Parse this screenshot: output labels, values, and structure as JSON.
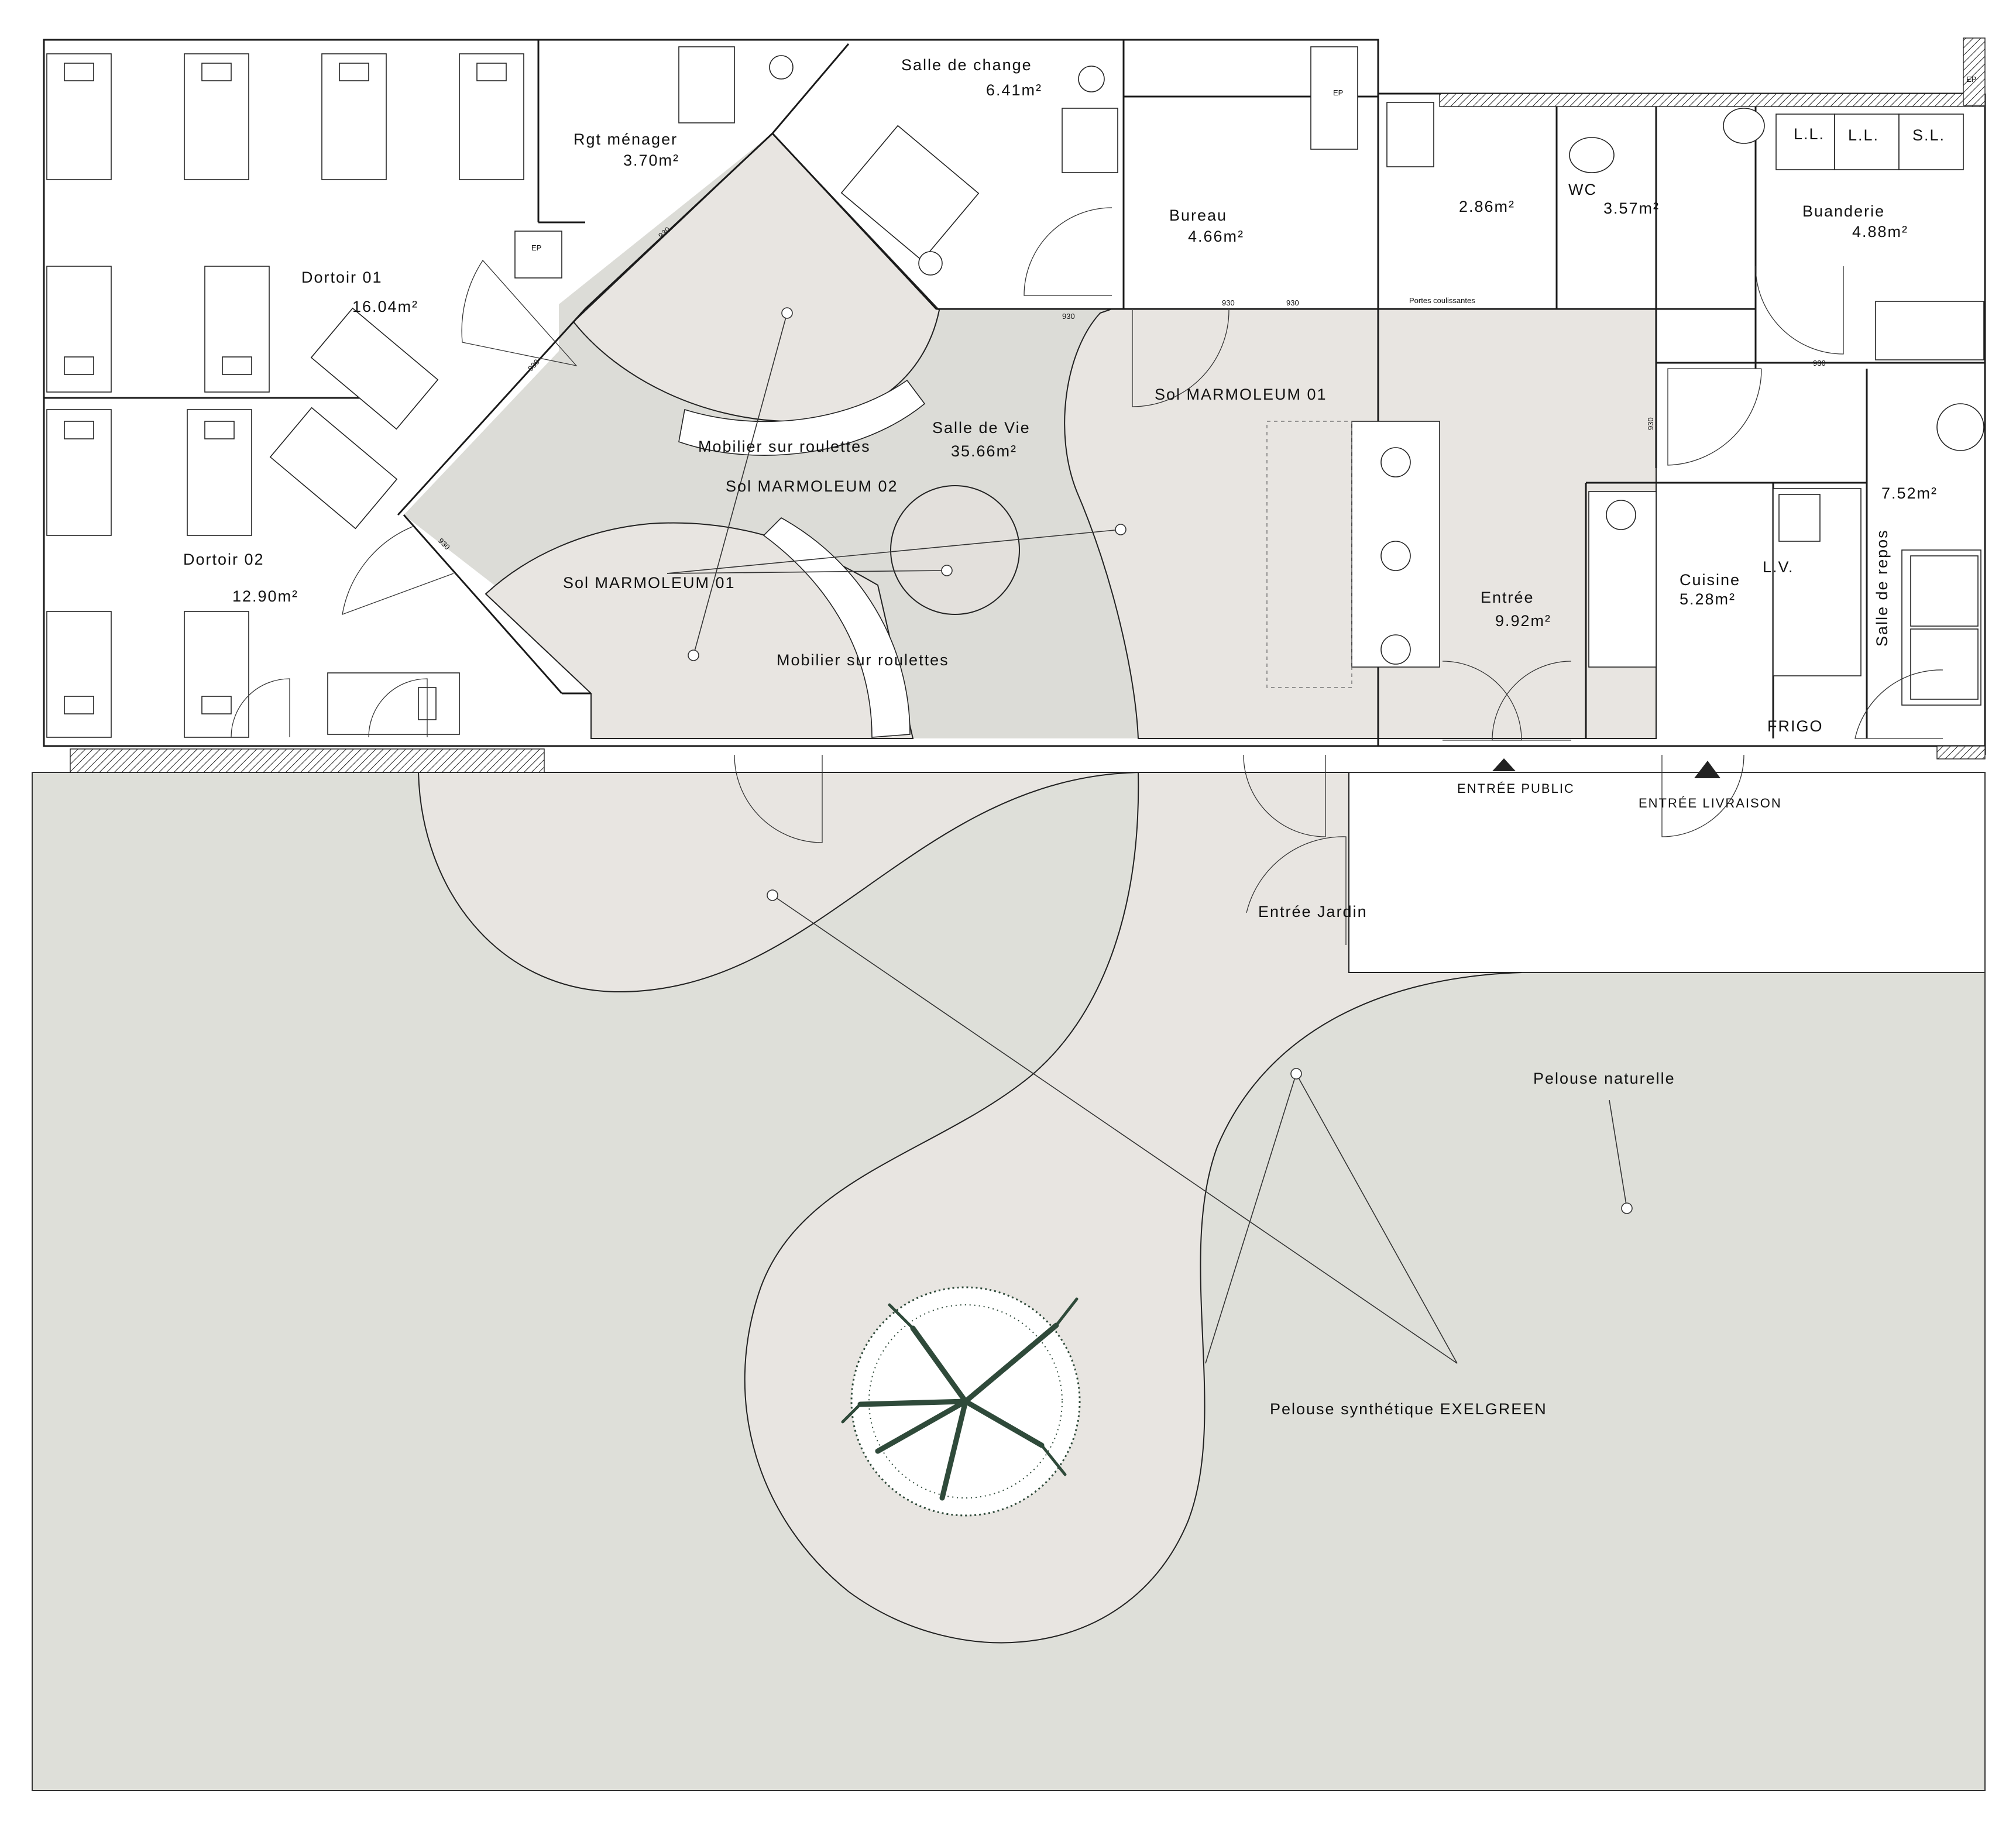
{
  "rooms": {
    "dortoir_01": {
      "name": "Dortoir 01",
      "area": "16.04m²"
    },
    "dortoir_02": {
      "name": "Dortoir 02",
      "area": "12.90m²"
    },
    "rgt_menager": {
      "name": "Rgt ménager",
      "area": "3.70m²"
    },
    "salle_de_change": {
      "name": "Salle de change",
      "area": "6.41m²"
    },
    "bureau": {
      "name": "Bureau",
      "area": "4.66m²"
    },
    "local": {
      "area": "2.86m²"
    },
    "wc": {
      "name": "WC",
      "area": "3.57m²"
    },
    "buanderie": {
      "name": "Buanderie",
      "area": "4.88m²"
    },
    "salle_de_vie": {
      "name": "Salle de Vie",
      "area": "35.66m²"
    },
    "entree": {
      "name": "Entrée",
      "area": "9.92m²"
    },
    "cuisine": {
      "name": "Cuisine",
      "area": "5.28m²"
    },
    "salle_de_repos": {
      "name": "Salle de repos",
      "area": "7.52m²"
    }
  },
  "annotations": {
    "mobilier_1": "Mobilier sur roulettes",
    "mobilier_2": "Mobilier sur roulettes",
    "sol_marmoleum_01_left": "Sol MARMOLEUM 01",
    "sol_marmoleum_01_right": "Sol MARMOLEUM 01",
    "sol_marmoleum_02": "Sol MARMOLEUM 02",
    "portes_coulissantes": "Portes coulissantes",
    "pelouse_naturelle": "Pelouse naturelle",
    "pelouse_synthetique": "Pelouse synthétique EXELGREEN",
    "frigo": "FRIGO",
    "lv": "L.V.",
    "ll_1": "L.L.",
    "ll_2": "L.L.",
    "sl": "S.L.",
    "ep_1": "EP",
    "ep_2": "EP",
    "ep_3": "EP",
    "entree_public": "ENTRÉE PUBLIC",
    "entree_livraison": "ENTRÉE LIVRAISON",
    "entree_jardin": "Entrée Jardin"
  },
  "door_widths": {
    "d1": "930",
    "d2": "930",
    "d3": "930",
    "d4": "930",
    "d5": "930",
    "d6": "930",
    "d7": "930",
    "d8": "930"
  },
  "colors": {
    "floor_grey": "#dcdcd7",
    "floor_light": "#e8e5e1",
    "lawn": "#dedfd9",
    "line": "#1a1a1a",
    "tree": "#2f4a3a"
  },
  "icons": [
    "tree-icon",
    "bed-icon",
    "toilet-icon",
    "sink-icon",
    "sofa-icon"
  ]
}
